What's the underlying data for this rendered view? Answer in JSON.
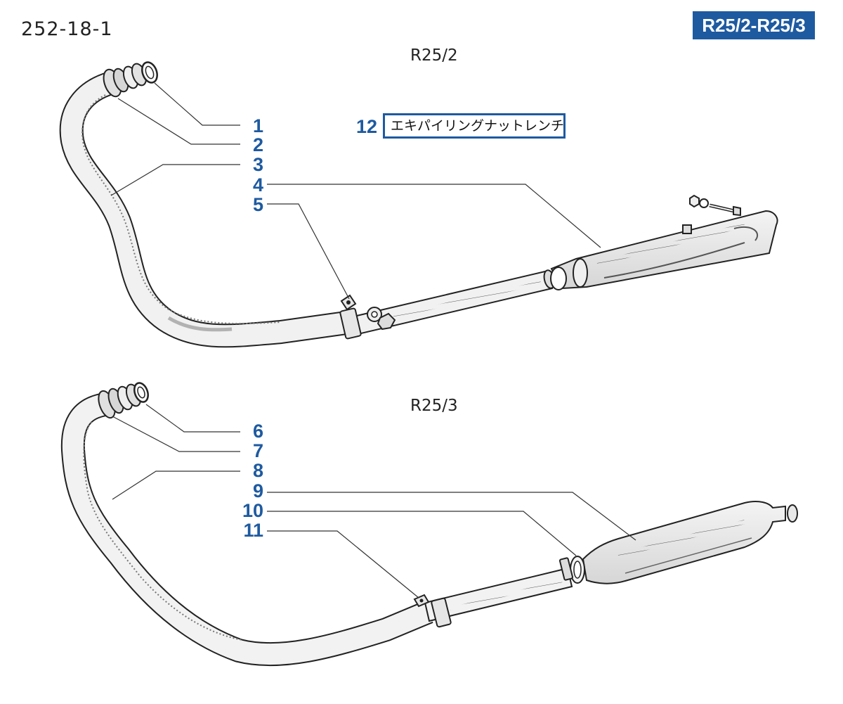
{
  "header": {
    "page_code": "252-18-1",
    "model_badge": "R25/2-R25/3"
  },
  "sections": [
    {
      "title": "R25/2",
      "callouts": [
        "1",
        "2",
        "3",
        "4",
        "5"
      ]
    },
    {
      "title": "R25/3",
      "callouts": [
        "6",
        "7",
        "8",
        "9",
        "10",
        "11"
      ]
    }
  ],
  "tool": {
    "number": "12",
    "label": "エキパイリングナットレンチ"
  },
  "colors": {
    "accent": "#1e5aa0",
    "line": "#222222"
  }
}
